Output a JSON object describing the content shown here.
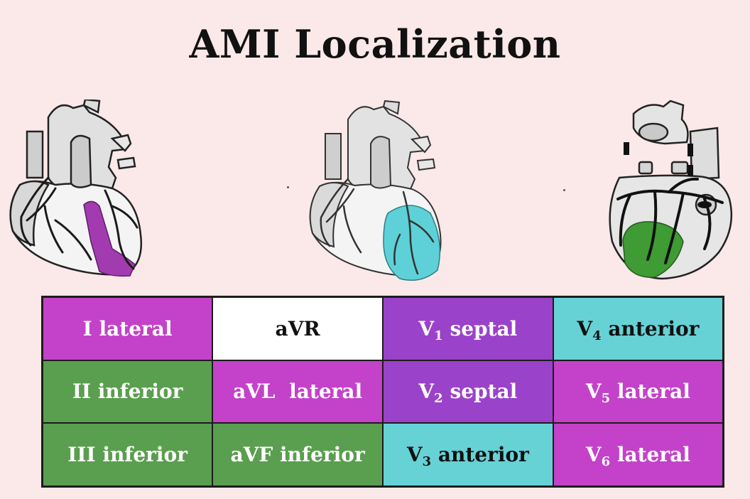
{
  "title": "AMI Localization",
  "colors": {
    "background": "#fbe8e8",
    "lateral": "#c342c9",
    "septal": "#9a42c9",
    "anterior": "#66d2d6",
    "inferior": "#5a9e4f",
    "none": "#ffffff"
  },
  "hearts": [
    {
      "view": "anterior",
      "highlight": "lateral",
      "highlight_color": "#a33bb0"
    },
    {
      "view": "anterior",
      "highlight": "anterior",
      "highlight_color": "#5ed0d8"
    },
    {
      "view": "posterior-inferior",
      "highlight": "inferior",
      "highlight_color": "#3f9b33"
    }
  ],
  "leads": [
    [
      {
        "lead": "I",
        "sub": "",
        "region": "lateral"
      },
      {
        "lead": "aVR",
        "sub": "",
        "region": ""
      },
      {
        "lead": "V",
        "sub": "1",
        "region": "septal"
      },
      {
        "lead": "V",
        "sub": "4",
        "region": "anterior"
      }
    ],
    [
      {
        "lead": "II",
        "sub": "",
        "region": "inferior"
      },
      {
        "lead": "aVL",
        "sub": "",
        "region": "lateral"
      },
      {
        "lead": "V",
        "sub": "2",
        "region": "septal"
      },
      {
        "lead": "V",
        "sub": "5",
        "region": "lateral"
      }
    ],
    [
      {
        "lead": "III",
        "sub": "",
        "region": "inferior"
      },
      {
        "lead": "aVF",
        "sub": "",
        "region": "inferior"
      },
      {
        "lead": "V",
        "sub": "3",
        "region": "anterior"
      },
      {
        "lead": "V",
        "sub": "6",
        "region": "lateral"
      }
    ]
  ]
}
